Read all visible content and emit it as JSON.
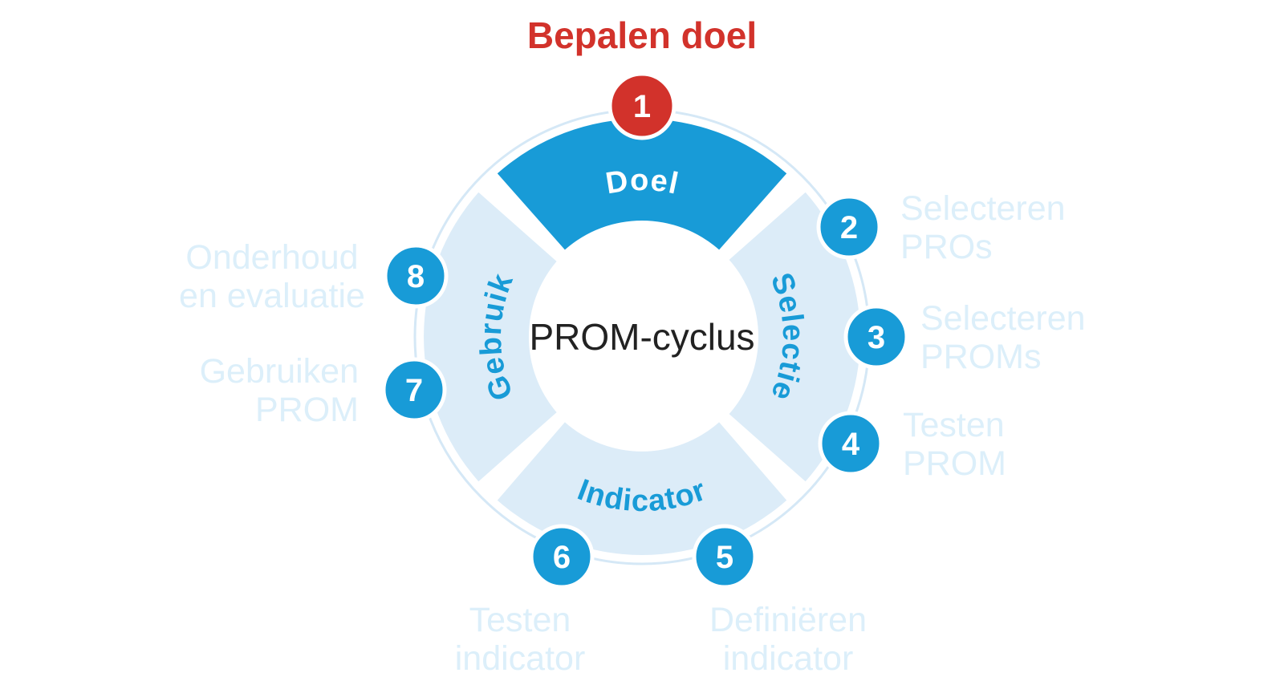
{
  "diagram": {
    "title": "Bepalen doel",
    "center_label": "PROM-cyclus",
    "quadrants": [
      {
        "id": "doel",
        "label": "Doel",
        "active": true
      },
      {
        "id": "selectie",
        "label": "Selectie",
        "active": false
      },
      {
        "id": "indicator",
        "label": "Indicator",
        "active": false
      },
      {
        "id": "gebruik",
        "label": "Gebruik",
        "active": false
      }
    ],
    "steps": [
      {
        "number": "1",
        "label": "Bepalen doel",
        "active": true
      },
      {
        "number": "2",
        "lines": [
          "Selecteren",
          "PROs"
        ]
      },
      {
        "number": "3",
        "lines": [
          "Selecteren",
          "PROMs"
        ]
      },
      {
        "number": "4",
        "lines": [
          "Testen",
          "PROM"
        ]
      },
      {
        "number": "5",
        "lines": [
          "Definiëren",
          "indicator"
        ]
      },
      {
        "number": "6",
        "lines": [
          "Testen",
          "indicator"
        ]
      },
      {
        "number": "7",
        "lines": [
          "Gebruiken",
          "PROM"
        ]
      },
      {
        "number": "8",
        "lines": [
          "Onderhoud",
          "en evaluatie"
        ]
      }
    ],
    "colors": {
      "accent_blue": "#189bd7",
      "ring_light_blue": "#dcecf8",
      "pale_label_blue": "#dceffa",
      "highlight_red": "#d2322b",
      "center_text": "#222222"
    }
  }
}
